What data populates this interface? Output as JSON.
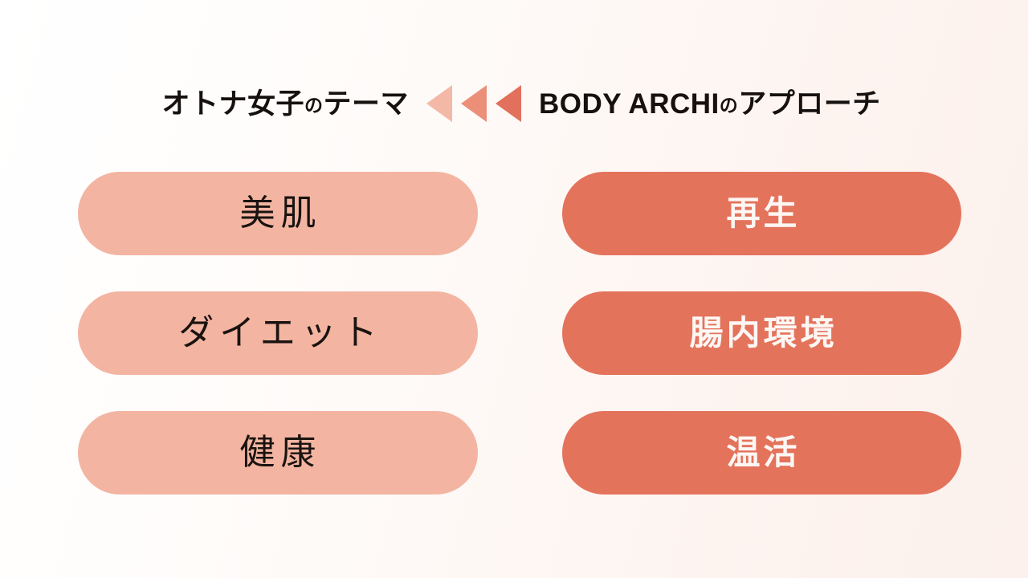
{
  "slide": {
    "background_start": "#ffffff",
    "background_end": "#fcf1ec"
  },
  "headings": {
    "left": {
      "prefix": "オトナ女子",
      "particle": "の",
      "suffix": "テーマ"
    },
    "right": {
      "prefix": "BODY ARCHI",
      "particle": "の",
      "suffix": "アプローチ"
    }
  },
  "arrows": {
    "direction": "left",
    "count": 3,
    "colors": [
      "#f4b8a7",
      "#ec8f79",
      "#e2705c"
    ]
  },
  "columns": {
    "left": {
      "pill_color": "#f3b5a2",
      "text_color": "#1a1310",
      "items": [
        {
          "label": "美肌"
        },
        {
          "label": "ダイエット"
        },
        {
          "label": "健康"
        }
      ]
    },
    "right": {
      "pill_color": "#e4735c",
      "text_color": "#fdf7f4",
      "items": [
        {
          "label": "再生"
        },
        {
          "label": "腸内環境"
        },
        {
          "label": "温活"
        }
      ]
    }
  }
}
